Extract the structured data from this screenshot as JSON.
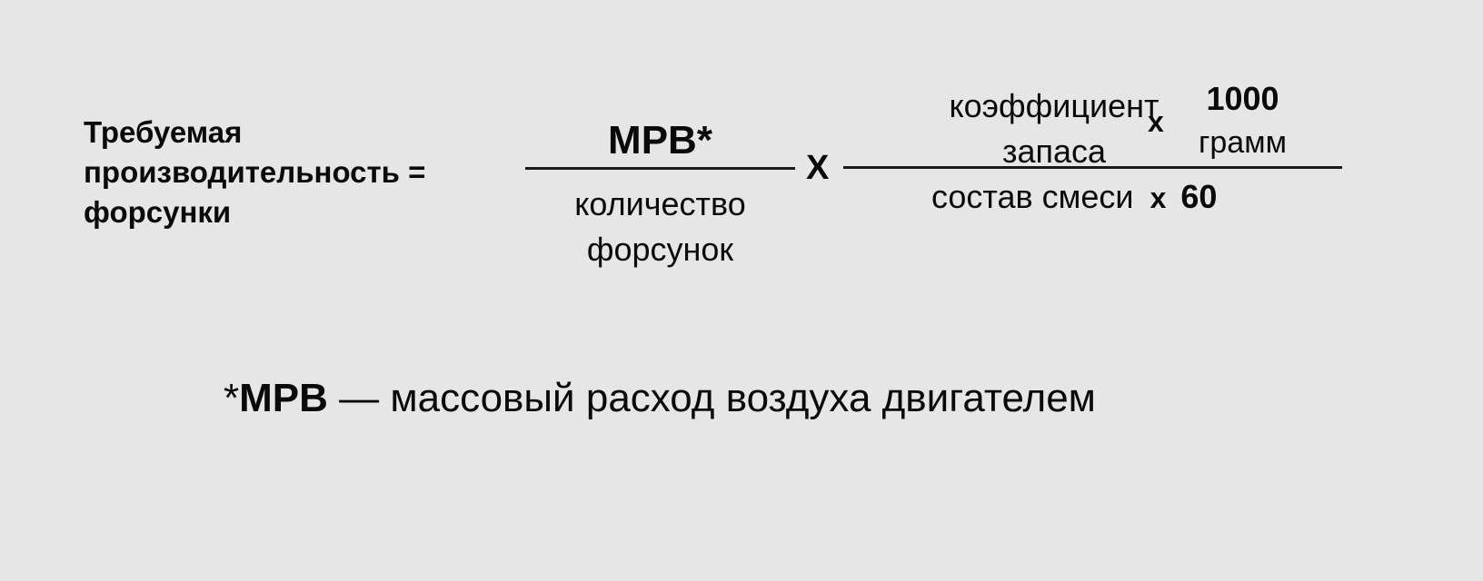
{
  "formula": {
    "lhs": {
      "lines": [
        "Требуемая",
        "производительность =",
        "форсунки"
      ]
    },
    "fraction1": {
      "numerator": "МРВ*",
      "denominator_lines": [
        "количество",
        "форсунок"
      ]
    },
    "operator_multiply_1": "X",
    "fraction2": {
      "numerator": {
        "term1_lines": [
          "коэффициент",
          "запаса"
        ],
        "operator": "x",
        "term2": {
          "value": "1000",
          "unit": "грамм"
        }
      },
      "denominator": {
        "term": "состав смеси",
        "operator": "x",
        "value": "60"
      }
    }
  },
  "footnote": {
    "marker": "*",
    "abbr": "МРВ",
    "text": " — массовый расход воздуха двигателем"
  },
  "colors": {
    "background": "#e6e6e6",
    "text": "#0a0a0a",
    "rule": "#1a1a1a"
  }
}
